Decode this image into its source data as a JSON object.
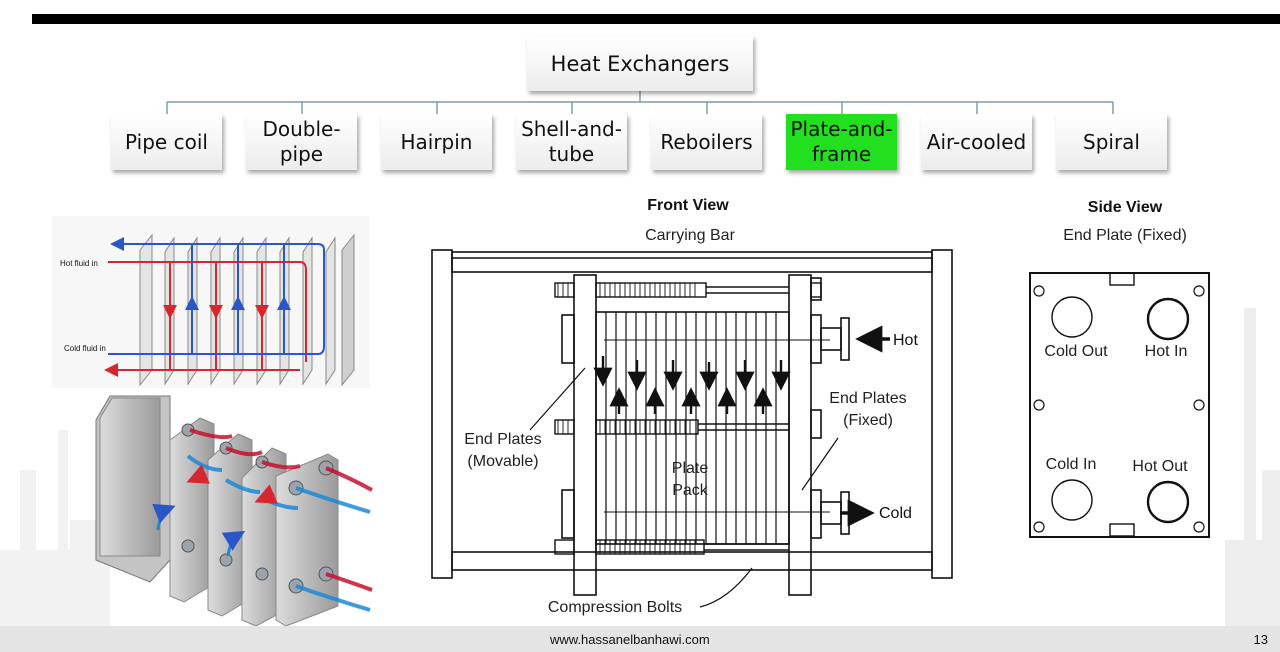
{
  "root": {
    "label": "Heat Exchangers"
  },
  "categories": [
    {
      "label": "Pipe coil",
      "active": false
    },
    {
      "label": "Double-\npipe",
      "active": false
    },
    {
      "label": "Hairpin",
      "active": false
    },
    {
      "label": "Shell-and-\ntube",
      "active": false
    },
    {
      "label": "Reboilers",
      "active": false
    },
    {
      "label": "Plate-and-\nframe",
      "active": true
    },
    {
      "label": "Air-cooled",
      "active": false
    },
    {
      "label": "Spiral",
      "active": false
    }
  ],
  "flow_schematic": {
    "hot_label": "Hot fluid in",
    "cold_label": "Cold fluid in"
  },
  "front_view": {
    "title": "Front View",
    "carrying_bar": "Carrying Bar",
    "hot": "Hot",
    "cold": "Cold",
    "end_plates_movable": "End Plates\n(Movable)",
    "end_plates_fixed": "End Plates\n(Fixed)",
    "plate_pack": "Plate\nPack",
    "compression_bolts": "Compression Bolts"
  },
  "side_view": {
    "title": "Side View",
    "subtitle": "End Plate (Fixed)",
    "cold_out": "Cold Out",
    "hot_in": "Hot In",
    "cold_in": "Cold In",
    "hot_out": "Hot Out"
  },
  "footer": {
    "url": "www.hassanelbanhawi.com",
    "page": "13"
  },
  "colors": {
    "hot": "#d8262e",
    "cold": "#2a56c8",
    "active": "#22e01f"
  }
}
